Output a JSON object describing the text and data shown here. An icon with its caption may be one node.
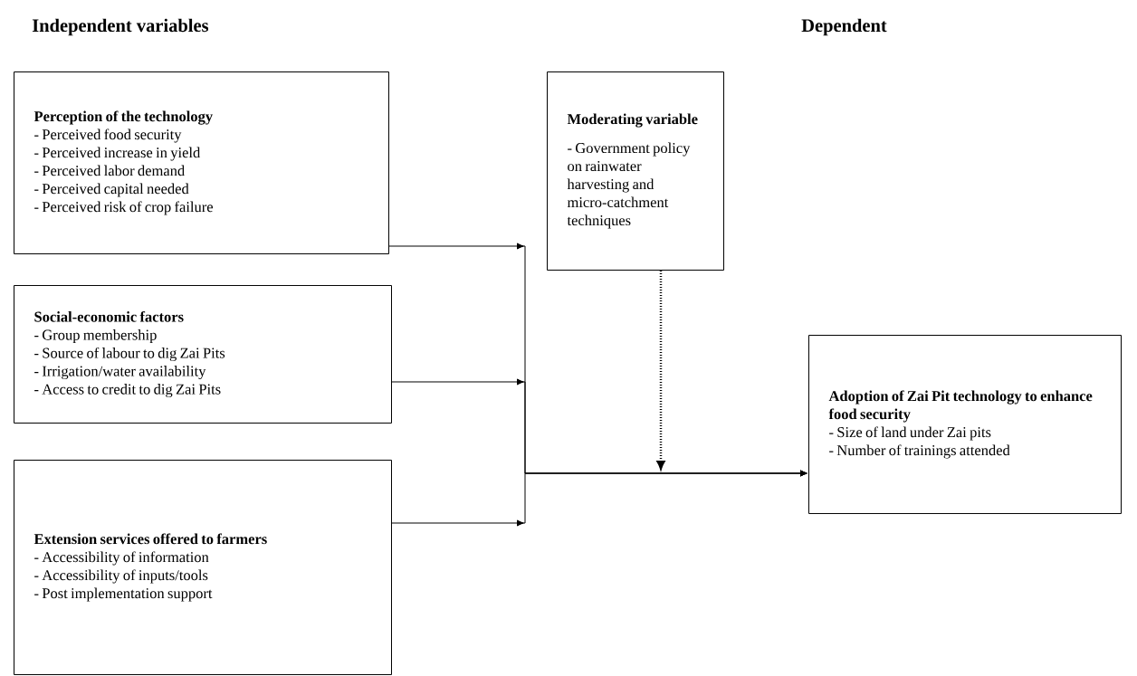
{
  "diagram": {
    "nodes": [
      {
        "text": [
          "Perception of the technology",
          "- Perceived food security",
          "- Perceived increase in yield",
          "- Perceived labor demand",
          "- Perceived capital needed",
          "- Perceived risk of crop failure"
        ]
      },
      {
        "text": [
          "Social-economic factors",
          "- Group membership",
          "- Source of labour to dig Zai Pits",
          "- Irrigation/water availability",
          "- Access to credit to dig Zai Pits"
        ]
      },
      {
        "text": [
          "Extension services offered to farmers",
          "- Accessibility of information",
          "- Accessibility of inputs/tools",
          "- Post implementation support"
        ]
      },
      {
        "text": [
          "Moderating variable",
          "- Government policy on rainwater harvesting and micro-catchment techniques"
        ]
      },
      {
        "text": [
          "Adoption of Zai Pit technology to enhance food security",
          "- Size of land under Zai pits",
          "- Number of trainings attended"
        ]
      }
    ],
    "edges": [
      {
        "from": 0,
        "to": 4,
        "arrow": "to"
      },
      {
        "from": 1,
        "to": 4,
        "arrow": "to"
      },
      {
        "from": 2,
        "to": 4,
        "arrow": "to"
      },
      {
        "from": 3,
        "to": null,
        "arrow": "to",
        "style": "dashed"
      }
    ],
    "labels": [
      "Independent variables",
      "Dependent"
    ]
  }
}
